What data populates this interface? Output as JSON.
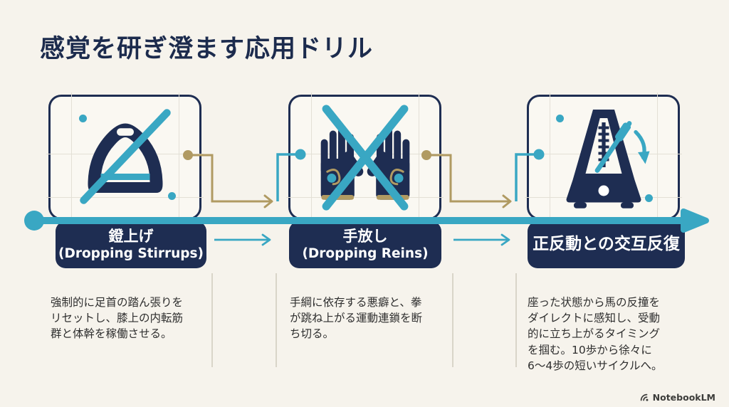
{
  "title": "感覚を研ぎ澄ます応用ドリル",
  "steps": [
    {
      "icon": "stirrup-crossed-icon",
      "label_jp": "鐙上げ",
      "label_en": "(Dropping Stirrups)",
      "description": "強制的に足首の踏ん張りをリセットし、膝上の内転筋群と体幹を稼働させる。"
    },
    {
      "icon": "gloves-crossed-icon",
      "label_jp": "手放し",
      "label_en": "(Dropping Reins)",
      "description": "手綱に依存する悪癖と、拳が跳ね上がる運動連鎖を断ち切る。"
    },
    {
      "icon": "metronome-icon",
      "label_jp": "正反動との交互反復",
      "label_en": "",
      "description": "座った状態から馬の反撞をダイレクトに感知し、受動的に立ち上がるタイミングを掴む。10歩から徐々に6〜4歩の短いサイクルへ。"
    }
  ],
  "footer": {
    "brand": "NotebookLM"
  },
  "colors": {
    "navy": "#1e2d52",
    "teal": "#39a7c3",
    "gold": "#b09a62",
    "background": "#f6f3ec",
    "card_background": "#faf8f2",
    "text": "#2e2e2e"
  }
}
